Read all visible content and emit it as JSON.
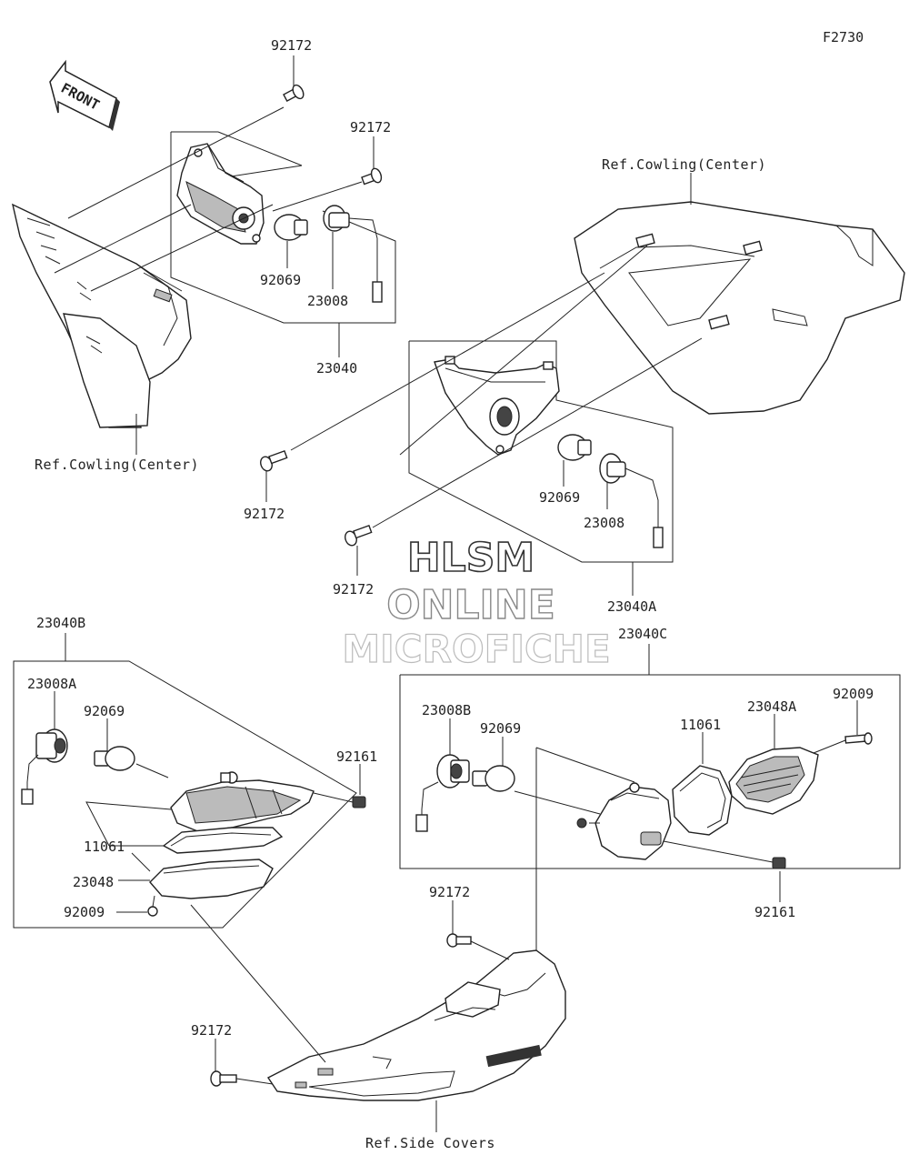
{
  "figure_code": "F2730",
  "front_label": "FRONT",
  "watermark": {
    "line1": "HLSM",
    "line2": "ONLINE",
    "line3": "MICROFICHE"
  },
  "refs": {
    "cowling_center_left": "Ref.Cowling(Center)",
    "cowling_center_right": "Ref.Cowling(Center)",
    "side_covers": "Ref.Side Covers"
  },
  "parts": {
    "screw_top_1": "92172",
    "screw_top_2": "92172",
    "bulb_1": "92069",
    "socket_1": "23008",
    "assy_23040": "23040",
    "screw_mid_1": "92172",
    "bulb_2": "92069",
    "socket_2": "23008",
    "screw_mid_2": "92172",
    "assy_23040A": "23040A",
    "assy_23040B": "23040B",
    "socket_23008A": "23008A",
    "bulb_3": "92069",
    "nut_1": "92161",
    "gasket_1": "11061",
    "lens_23048": "23048",
    "screw_92009_1": "92009",
    "assy_23040C": "23040C",
    "socket_23008B": "23008B",
    "bulb_4": "92069",
    "gasket_2": "11061",
    "lens_23048A": "23048A",
    "screw_92009_2": "92009",
    "nut_2": "92161",
    "screw_bottom_1": "92172",
    "screw_bottom_2": "92172"
  }
}
